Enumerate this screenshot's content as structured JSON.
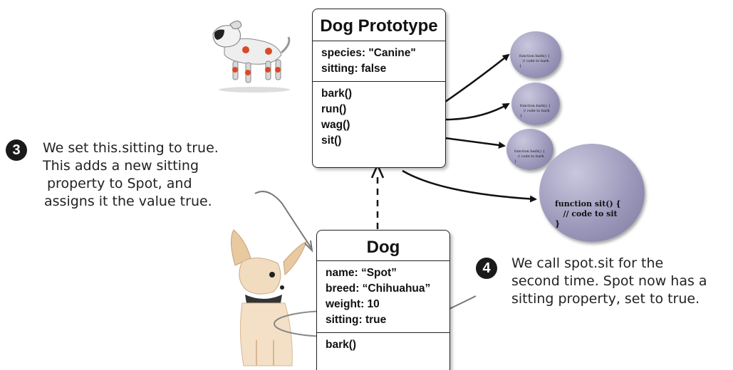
{
  "prototype_box": {
    "title": "Dog Prototype",
    "properties": [
      "species: \"Canine\"",
      "sitting: false"
    ],
    "methods": [
      "bark()",
      "run()",
      "wag()",
      "sit()"
    ]
  },
  "dog_box": {
    "title": "Dog",
    "properties": [
      "name: “Spot”",
      "breed: “Chihuahua”",
      "weight: 10",
      "sitting: true"
    ],
    "methods": [
      "bark()"
    ]
  },
  "function_bubbles": {
    "small_code": [
      "function bark() {",
      "   // code to bark",
      "}"
    ],
    "sit_code": [
      "function sit() {",
      "   // code to sit",
      "}"
    ]
  },
  "annotations": {
    "step3": {
      "number": "3",
      "lines": [
        "We set this.sitting to true.",
        "This adds a new sitting",
        "property to Spot, and",
        "assigns it the value true."
      ]
    },
    "step4": {
      "number": "4",
      "lines": [
        "We call spot.sit for the",
        "second time. Spot now has a",
        "sitting property, set to true."
      ]
    }
  },
  "images": {
    "robot_dog": "robot-dog-image",
    "chihuahua": "chihuahua-image"
  }
}
